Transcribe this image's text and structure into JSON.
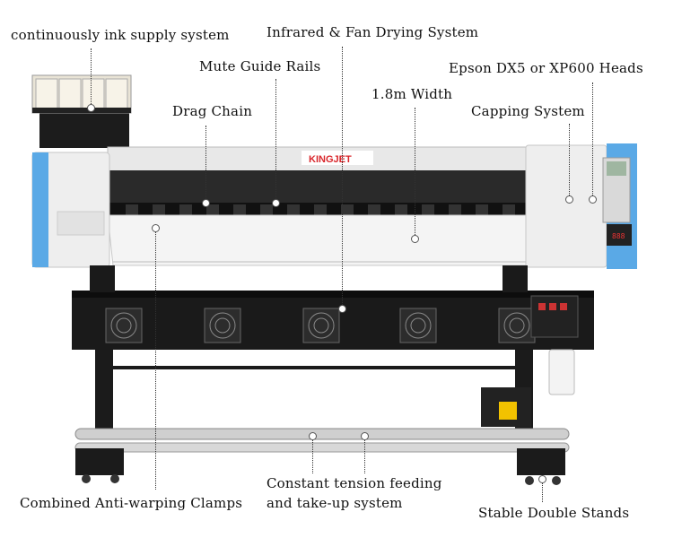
{
  "labels": {
    "ink_supply": "continuously ink supply system",
    "drying": "Infrared & Fan Drying System",
    "guide_rails": "Mute Guide Rails",
    "heads": "Epson DX5 or XP600 Heads",
    "drag_chain": "Drag Chain",
    "width": "1.8m Width",
    "capping": "Capping System",
    "clamps": "Combined Anti-warping Clamps",
    "feeding_line1": "Constant tension feeding",
    "feeding_line2": "and take-up system",
    "stands": "Stable Double Stands"
  },
  "brand": "KINGJET",
  "colors": {
    "accent_blue": "#5aa9e6",
    "body_white": "#f2f2f2",
    "frame_black": "#1a1a1a",
    "brand_red": "#d9262b"
  }
}
